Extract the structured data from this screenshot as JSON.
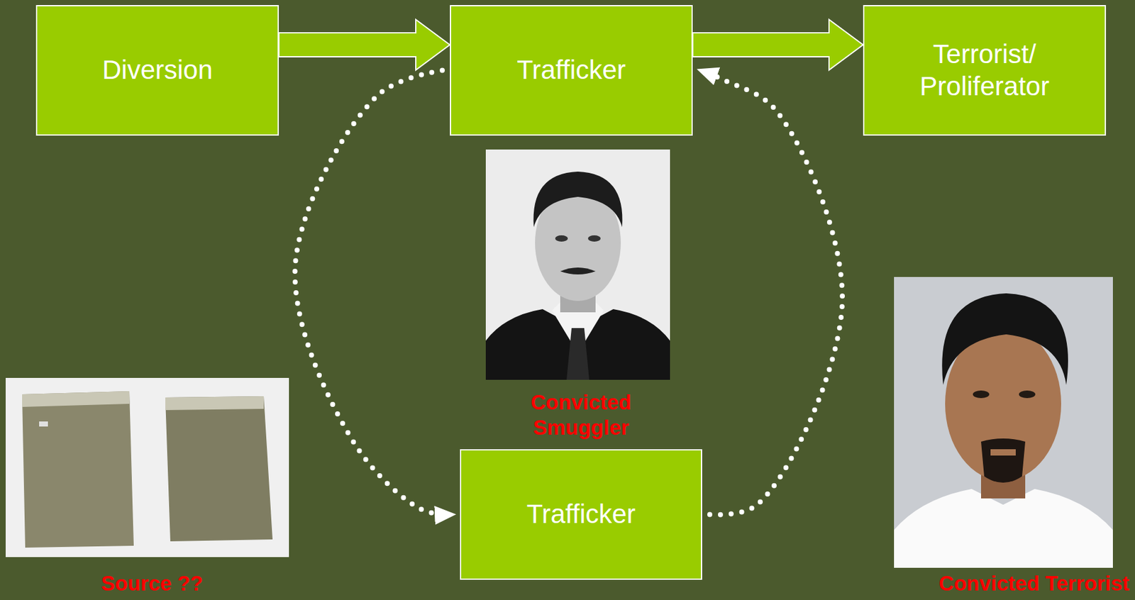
{
  "diagram": {
    "nodes": [
      {
        "text": [
          "Diversion"
        ]
      },
      {
        "text": [
          "Trafficker"
        ]
      },
      {
        "text": [
          "Terrorist/ Proliferator"
        ]
      },
      {
        "text": [
          "Trafficker"
        ]
      }
    ],
    "edges": [
      {
        "from": 0,
        "to": 1,
        "arrow": "to"
      },
      {
        "from": 1,
        "to": 2,
        "arrow": "to"
      },
      {
        "from": 1,
        "to": 3,
        "arrow": "to"
      },
      {
        "from": 3,
        "to": 1,
        "arrow": "to"
      }
    ],
    "labels": [
      "Convicted Smuggler",
      "Source ??",
      "Convicted Terrorist"
    ]
  }
}
